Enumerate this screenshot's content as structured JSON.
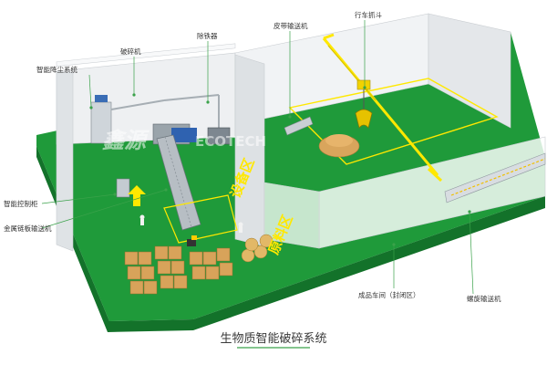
{
  "diagram": {
    "caption": "生物质智能破碎系统",
    "watermark": {
      "cn": "鑫源",
      "en": "ECOTECH"
    },
    "zones": {
      "equipment_zone": "设备区",
      "raw_material_zone": "原料区"
    },
    "labels": {
      "dust_removal": "智能降尘系统",
      "crusher": "破碎机",
      "iron_remover": "除铁器",
      "belt_conveyor": "皮带输送机",
      "grab_crane": "行车抓斗",
      "control_cabinet": "智能控制柜",
      "chain_conveyor": "金属链板输送机",
      "finished_workshop": "成品车间（封闭区）",
      "screw_conveyor": "螺旋输送机"
    },
    "colors": {
      "floor": "#1f9a3a",
      "floor_dark": "#157a2c",
      "wall": "#e9ecef",
      "accent_yellow": "#ffe800",
      "callout": "#3aa24a"
    }
  }
}
